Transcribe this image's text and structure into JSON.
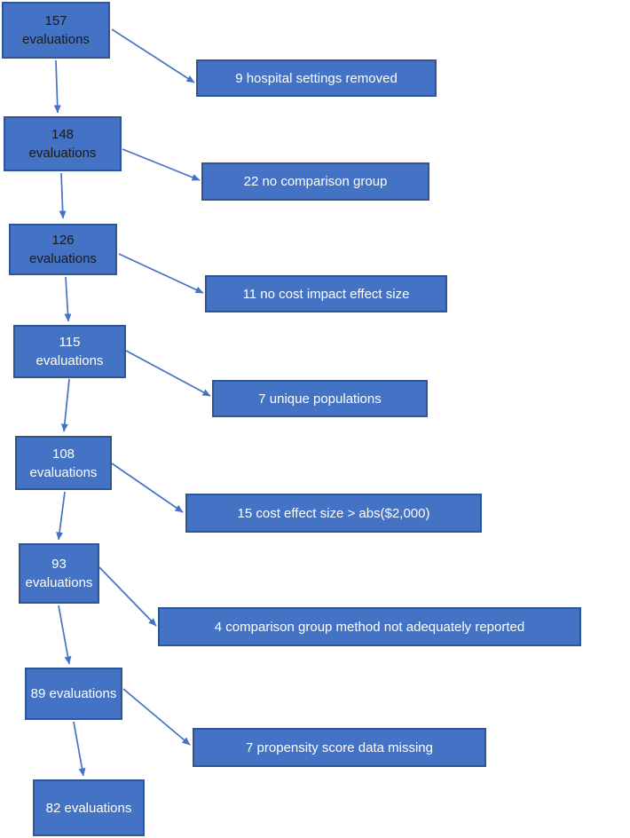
{
  "flowchart": {
    "steps": [
      {
        "line1": "157",
        "line2": "evaluations"
      },
      {
        "line1": "148",
        "line2": "evaluations"
      },
      {
        "line1": "126",
        "line2": "evaluations"
      },
      {
        "line1": "115",
        "line2": "evaluations"
      },
      {
        "line1": "108",
        "line2": "evaluations"
      },
      {
        "line1": "93",
        "line2": "evaluations"
      },
      {
        "line1": "89 evaluations",
        "line2": ""
      },
      {
        "line1": "82 evaluations",
        "line2": ""
      }
    ],
    "exclusions": [
      {
        "label": "9 hospital settings removed"
      },
      {
        "label": "22 no comparison group"
      },
      {
        "label": "11 no cost impact effect size"
      },
      {
        "label": "7 unique populations"
      },
      {
        "label": "15 cost effect size > abs($2,000)"
      },
      {
        "label": "4 comparison group method not adequately reported"
      },
      {
        "label": "7 propensity score data missing"
      }
    ],
    "colors": {
      "box_fill": "#4472C4",
      "box_border": "#2F5597",
      "arrow": "#4472C4",
      "text_light": "#FFFFFF",
      "text_dark": "#1A1A1A",
      "background": "#FFFFFF"
    }
  }
}
